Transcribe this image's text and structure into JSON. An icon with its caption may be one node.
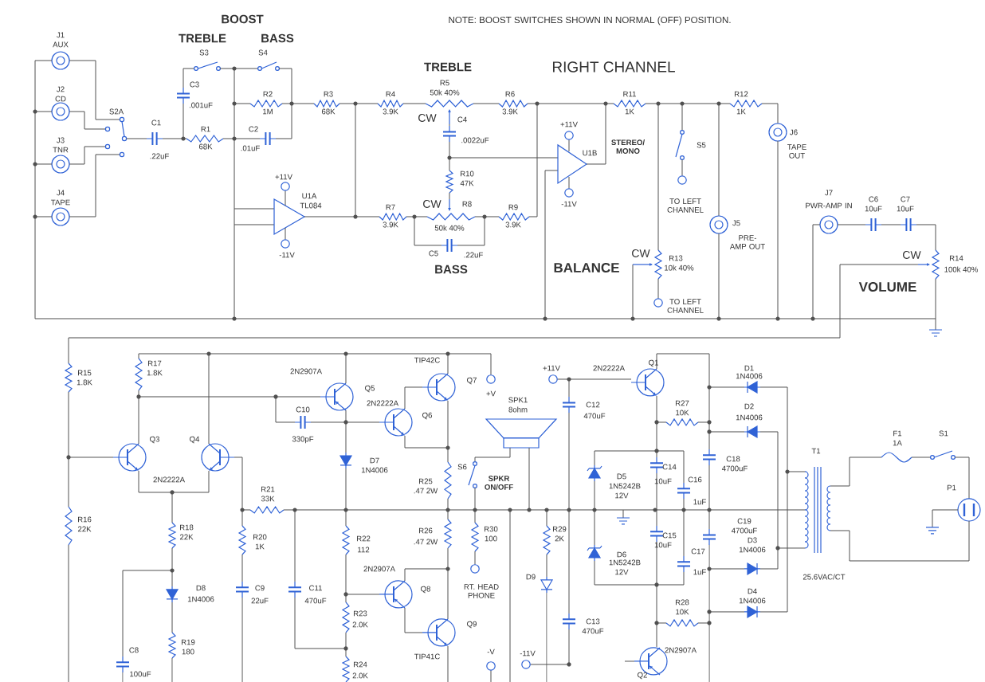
{
  "diagram": {
    "title": "RIGHT CHANNEL",
    "labels": [
      "NOTE: BOOST SWITCHES SHOWN IN NORMAL (OFF) POSITION.",
      "BOOST",
      "TREBLE",
      "BASS",
      "J1",
      "AUX",
      "J2",
      "CD",
      "J3",
      "TNR",
      "J4",
      "TAPE",
      "S3",
      "S4",
      "C3",
      ".001uF",
      "R2",
      "1M",
      "R3",
      "68K",
      "TREBLE",
      "R4",
      "3.9K",
      "R5",
      "50k 40%",
      "R6",
      "3.9K",
      "S2A",
      "C1",
      ".22uF",
      "R1",
      "68K",
      "C2",
      ".01uF",
      "CW",
      "C4",
      ".0022uF",
      "R10",
      "47K",
      "+11V",
      "U1A",
      "TL084",
      "-11V",
      "R7",
      "3.9K",
      "CW",
      "R8",
      "50k 40%",
      "R9",
      "3.9K",
      "C5",
      ".22uF",
      "BASS",
      "+11V",
      "U1B",
      "STEREO/ MONO",
      "R11",
      "1K",
      "R12",
      "1K",
      "J6",
      "TAPE OUT",
      "S5",
      "-11V",
      "TO LEFT CHANNEL",
      "J5",
      "PRE-AMP OUT",
      "J7",
      "PWR-AMP IN",
      "C6",
      "10uF",
      "C7",
      "10uF",
      "CW",
      "BALANCE",
      "R13",
      "10k 40%",
      "CW",
      "R14",
      "100k 40%",
      "VOLUME",
      "TO LEFT CHANNEL",
      "R15",
      "1.8K",
      "R17",
      "1.8K",
      "2N2907A",
      "TIP42C",
      "Q7",
      "+V",
      "Q5",
      "2N2222A",
      "C10",
      "Q6",
      "SPK1",
      "8ohm",
      "+11V",
      "2N2222A",
      "Q1",
      "C12",
      "470uF",
      "D1",
      "1N4006",
      "R27",
      "10K",
      "D2",
      "1N4006",
      "Q3",
      "Q4",
      "330pF",
      "T1",
      "F1",
      "1A",
      "S1",
      "D7",
      "1N4006",
      "C18",
      "4700uF",
      "S6",
      "SPKR ON/OFF",
      "D5",
      "1N5242B",
      "12V",
      "C14",
      "10uF",
      "C16",
      "1uF",
      "2N2222A",
      "R25",
      ".47 2W",
      "P1",
      "R21",
      "33K",
      "C19",
      "4700uF",
      "R16",
      "22K",
      "R18",
      "22K",
      "R20",
      "1K",
      "R22",
      "112",
      "R26",
      ".47 2W",
      "R30",
      "100",
      "R29",
      "2K",
      "C15",
      "10uF",
      "D3",
      "1N4006",
      "C17",
      "1uF",
      "D6",
      "1N5242B",
      "12V",
      "2N2907A",
      "25.6VAC/CT",
      "D8",
      "1N4006",
      "C9",
      "22uF",
      "C11",
      "470uF",
      "RT. HEAD PHONE",
      "D9",
      "Q8",
      "D4",
      "1N4006",
      "R28",
      "10K",
      "R23",
      "2.0K",
      "C13",
      "470uF",
      "Q9",
      "R19",
      "180",
      "C8",
      "2N2907A",
      "-V",
      "-11V",
      "TIP41C",
      "R24",
      "2.0K",
      "100uF",
      "Q2"
    ]
  }
}
